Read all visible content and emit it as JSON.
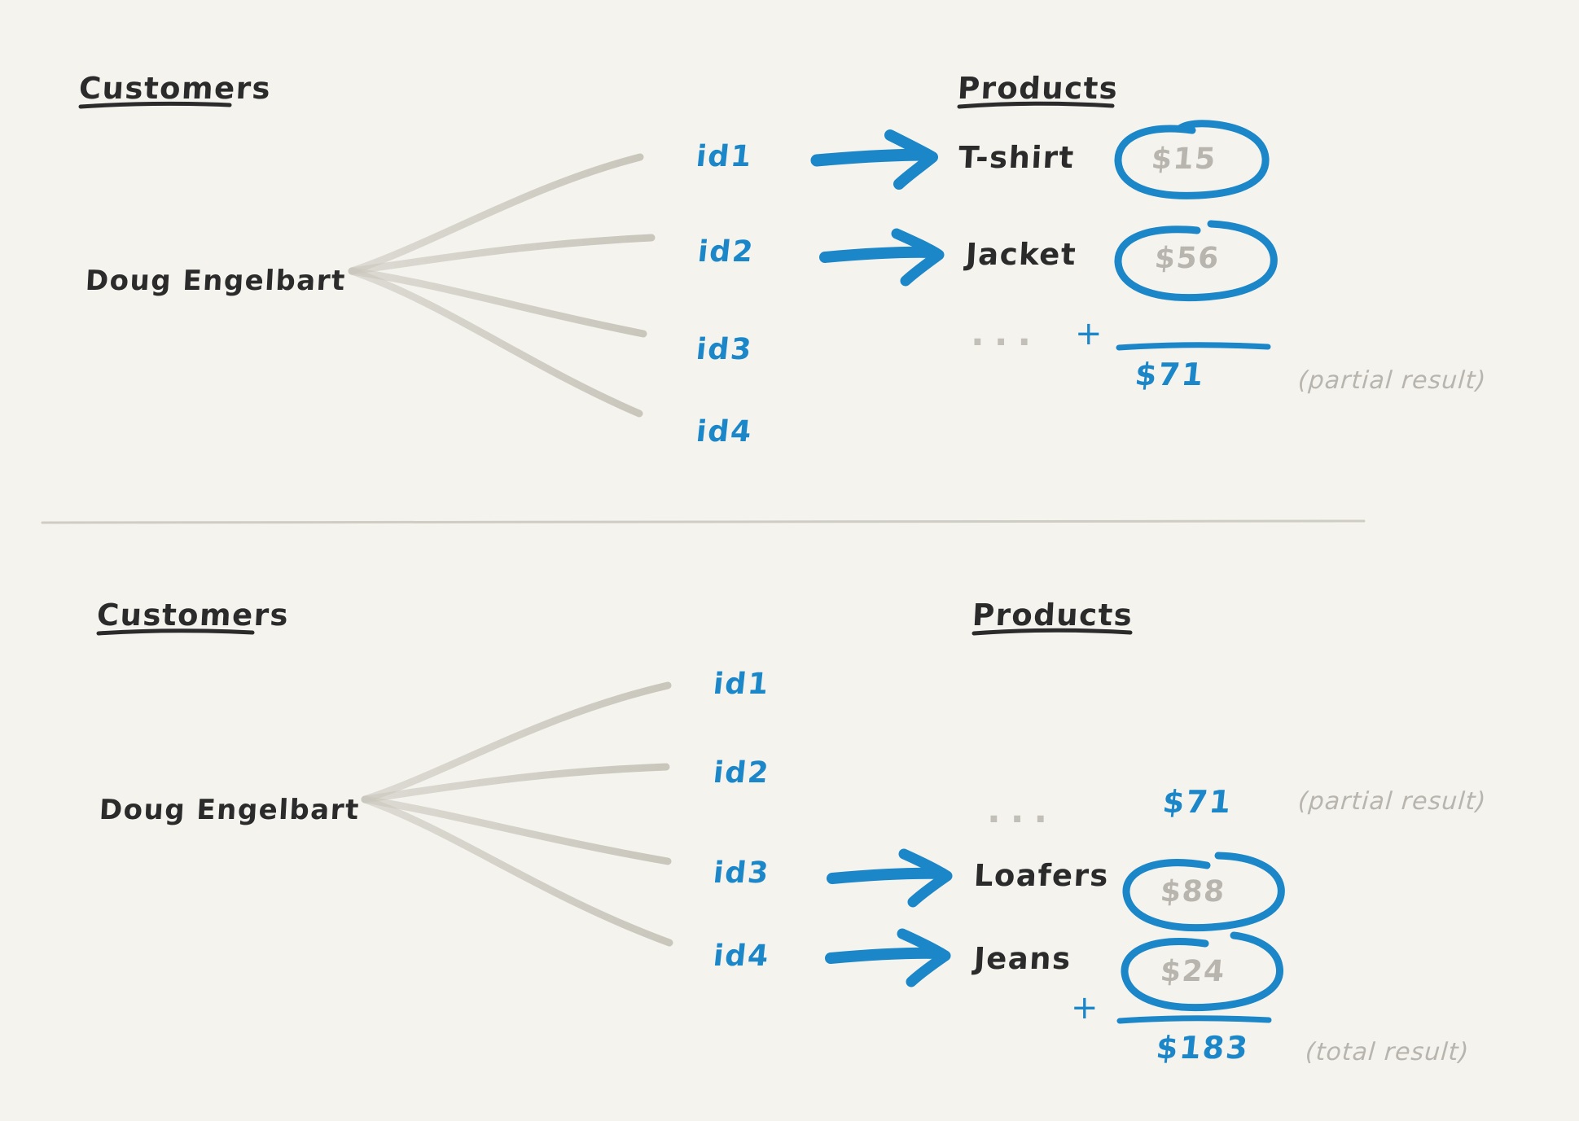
{
  "page": {
    "background_color": "#f4f3ee",
    "ink_dark": "#2b2b2b",
    "ink_blue": "#1b86c8",
    "ink_gray": "#b8b5ae",
    "edge_gray": "#c9c6bc",
    "divider_color": "#cfccc4"
  },
  "sections": [
    {
      "id": "top",
      "customers_header": "Customers",
      "products_header": "Products",
      "customer_name": "Doug Engelbart",
      "ids": [
        "id1",
        "id2",
        "id3",
        "id4"
      ],
      "rows": [
        {
          "id": "id1",
          "product": "T-shirt",
          "price": "$15",
          "arrow": true,
          "circled": true
        },
        {
          "id": "id2",
          "product": "Jacket",
          "price": "$56",
          "arrow": true,
          "circled": true
        },
        {
          "id": "id3",
          "product": "",
          "price": "",
          "arrow": false,
          "circled": false
        },
        {
          "id": "id4",
          "product": "",
          "price": "",
          "arrow": false,
          "circled": false
        }
      ],
      "ellipsis": "...",
      "plus": "+",
      "result_value": "$71",
      "result_note": "(partial result)"
    },
    {
      "id": "bottom",
      "customers_header": "Customers",
      "products_header": "Products",
      "customer_name": "Doug Engelbart",
      "ids": [
        "id1",
        "id2",
        "id3",
        "id4"
      ],
      "rows": [
        {
          "id": "id1",
          "product": "",
          "price": "",
          "arrow": false,
          "circled": false
        },
        {
          "id": "id2",
          "product": "",
          "price": "",
          "arrow": false,
          "circled": false
        },
        {
          "id": "id3",
          "product": "Loafers",
          "price": "$88",
          "arrow": true,
          "circled": true
        },
        {
          "id": "id4",
          "product": "Jeans",
          "price": "$24",
          "arrow": true,
          "circled": true
        }
      ],
      "ellipsis": "...",
      "carried_value": "$71",
      "carried_note": "(partial result)",
      "plus": "+",
      "result_value": "$183",
      "result_note": "(total result)"
    }
  ],
  "chart_data": {
    "type": "diagram",
    "title": "Customers to Products fan-out with partial and total sums",
    "entity_left": "Doug Engelbart",
    "products": [
      {
        "id": "id1",
        "name": "T-shirt",
        "price": 15
      },
      {
        "id": "id2",
        "name": "Jacket",
        "price": 56
      },
      {
        "id": "id3",
        "name": "Loafers",
        "price": 88
      },
      {
        "id": "id4",
        "name": "Jeans",
        "price": 24
      }
    ],
    "partial_result": 71,
    "total_result": 183
  }
}
